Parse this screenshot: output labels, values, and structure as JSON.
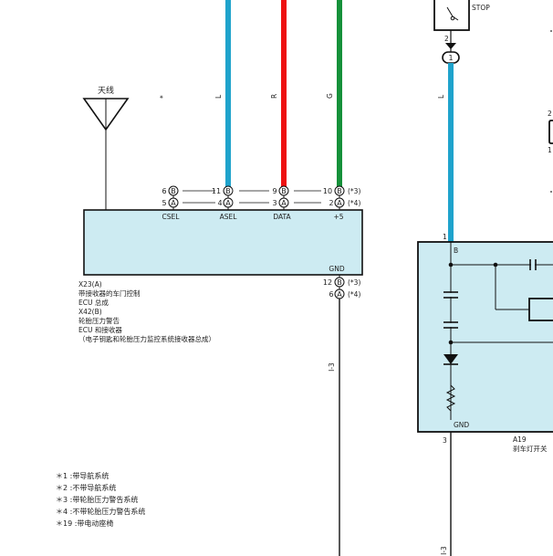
{
  "colors": {
    "wire_blue": "#1fa3cc",
    "wire_red": "#ee1111",
    "wire_green": "#16913a",
    "box_fill": "#cdebf2",
    "line": "#111111"
  },
  "antenna": {
    "label": "天线"
  },
  "wire_codes": {
    "w1": "*",
    "w2": "L",
    "w3": "R",
    "w4": "G",
    "w5": "L"
  },
  "ecu": {
    "pins_top": [
      {
        "a": "6",
        "b": "B"
      },
      {
        "a": "5",
        "b": "A"
      },
      {
        "a": "11",
        "b": "B"
      },
      {
        "a": "4",
        "b": "A"
      },
      {
        "a": "9",
        "b": "B"
      },
      {
        "a": "3",
        "b": "A"
      },
      {
        "a": "10",
        "b": "B"
      },
      {
        "a": "2",
        "b": "A"
      }
    ],
    "variant_tags": [
      "(*3)",
      "(*4)",
      "(*3)",
      "(*4)"
    ],
    "pin_labels": [
      "CSEL",
      "ASEL",
      "DATA",
      "+5",
      "GND"
    ],
    "gnd_pins": [
      {
        "a": "12",
        "b": "B"
      },
      {
        "a": "6",
        "b": "A"
      }
    ],
    "caption": [
      "X23(A)",
      "带接收器的车门控制",
      "ECU 总成",
      "X42(B)",
      "轮胎压力警告",
      "ECU 和接收器",
      "（电子钥匙和轮胎压力监控系统接收器总成）"
    ]
  },
  "ground_ref": "I-3",
  "ground_ref2": "I-3",
  "switch": {
    "stop_label": "STOP",
    "pin_top": "2",
    "connector": "1",
    "pin_b": "1",
    "b_label": "B",
    "gnd_label": "GND",
    "pin_bottom": "3",
    "caption": [
      "A19",
      "刹车灯开关"
    ]
  },
  "edge_labels": {
    "e1": "2",
    "e2": "1"
  },
  "notes": [
    "＊1 :带导航系统",
    "＊2 :不带导航系统",
    "＊3 :带轮胎压力警告系统",
    "＊4 :不带轮胎压力警告系统",
    "＊19 :带电动座椅"
  ]
}
